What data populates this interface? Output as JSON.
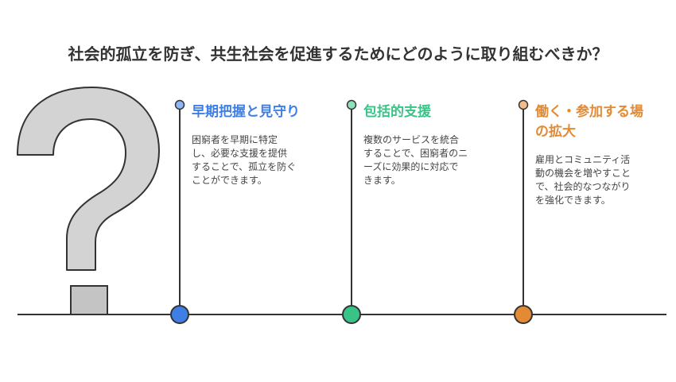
{
  "title": "社会的孤立を防ぎ、共生社会を促進するためにどのように取り組むべきか？",
  "colors": {
    "line": "#333333",
    "question_mark_fill": "#d3d3d3",
    "step1": "#3f7fe5",
    "step2": "#38c487",
    "step3": "#e28a34"
  },
  "icon": "question-mark-icon",
  "steps": [
    {
      "heading_lines": [
        "早期把握と見守り"
      ],
      "desc_lines": [
        "困窮者を早期に特定",
        "し、必要な支援を提供",
        "することで、孤立を防ぐ",
        "ことができます。"
      ]
    },
    {
      "heading_lines": [
        "包括的支援"
      ],
      "desc_lines": [
        "複数のサービスを統合",
        "することで、困窮者のニ",
        "ーズに効果的に対応で",
        "きます。"
      ]
    },
    {
      "heading_lines": [
        "働く・参加する場",
        "の拡大"
      ],
      "desc_lines": [
        "雇用とコミュニティ活",
        "動の機会を増やすこと",
        "で、社会的なつながり",
        "を強化できます。"
      ]
    }
  ]
}
